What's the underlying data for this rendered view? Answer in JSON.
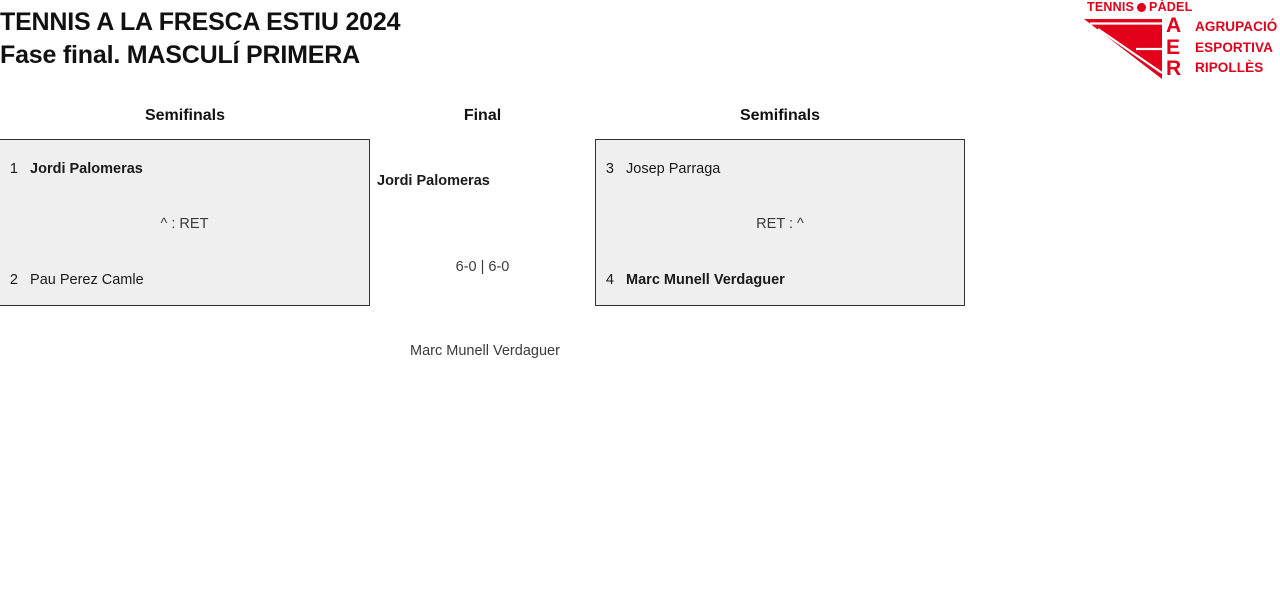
{
  "header": {
    "title_line_1": "TENNIS A LA FRESCA ESTIU 2024",
    "title_line_2": "Fase final. MASCULÍ PRIMERA"
  },
  "logo": {
    "top_text_left": "TENNIS",
    "top_text_right": "PÀDEL",
    "initials": "A\nE\nR",
    "initial_1": "A",
    "initial_2": "E",
    "initial_3": "R",
    "word_1": "AGRUPACIÓ",
    "word_2": "ESPORTIVA",
    "word_3": "RIPOLLÈS",
    "color": "#e2001a"
  },
  "bracket": {
    "headings": {
      "left": "Semifinals",
      "center": "Final",
      "right": "Semifinals"
    },
    "box_fill_color": "#efefef",
    "box_border_color": "#333333",
    "semifinal_1": {
      "top_player": {
        "seed": "1",
        "name": "Jordi Palomeras",
        "result": "winner"
      },
      "bottom_player": {
        "seed": "2",
        "name": "Pau Perez Camle",
        "result": "loser"
      },
      "score": "^ : RET"
    },
    "semifinal_2": {
      "top_player": {
        "seed": "3",
        "name": "Josep Parraga",
        "result": "loser"
      },
      "bottom_player": {
        "seed": "4",
        "name": "Marc Munell Verdaguer",
        "result": "winner"
      },
      "score": "RET : ^"
    },
    "final": {
      "winner": "Jordi Palomeras",
      "score": "6-0 | 6-0",
      "runner_up": "Marc Munell Verdaguer"
    }
  }
}
